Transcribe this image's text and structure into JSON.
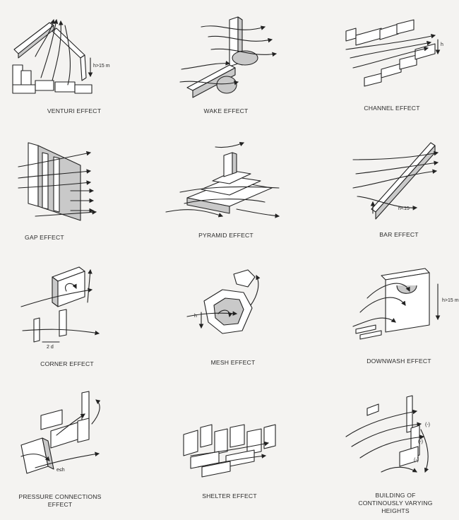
{
  "diagrams": [
    {
      "caption": "VENTURI EFFECT",
      "labels": [
        "h>15 m"
      ]
    },
    {
      "caption": "WAKE EFFECT",
      "labels": []
    },
    {
      "caption": "CHANNEL EFFECT",
      "labels": [
        "h"
      ]
    },
    {
      "caption": "GAP EFFECT",
      "labels": []
    },
    {
      "caption": "PYRAMID EFFECT",
      "labels": []
    },
    {
      "caption": "BAR EFFECT",
      "labels": [
        "h<15"
      ]
    },
    {
      "caption": "CORNER EFFECT",
      "labels": [
        "2 d"
      ]
    },
    {
      "caption": "MESH EFFECT",
      "labels": [
        "h"
      ]
    },
    {
      "caption": "DOWNWASH EFFECT",
      "labels": [
        "h>15 m"
      ]
    },
    {
      "caption": "PRESSURE CONNECTIONS EFFECT",
      "labels": [
        "e≤h"
      ]
    },
    {
      "caption": "SHELTER EFFECT",
      "labels": []
    },
    {
      "caption": "BUILDING OF CONTINOUSLY VARYING HEIGHTS",
      "labels": [
        "(-)",
        "(-)",
        "(-)"
      ]
    }
  ]
}
